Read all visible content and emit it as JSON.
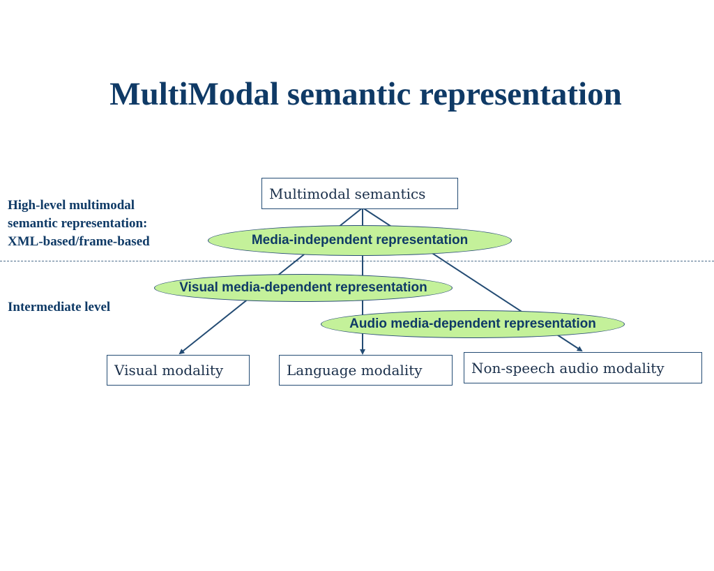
{
  "title": "MultiModal semantic representation",
  "side_labels": {
    "high_level": [
      "High-level multimodal",
      "semantic representation:",
      "XML-based/frame-based"
    ],
    "intermediate": "Intermediate level"
  },
  "nodes": {
    "top": "Multimodal semantics",
    "visual": "Visual modality",
    "language": "Language modality",
    "audio": "Non-speech audio modality"
  },
  "ellipses": {
    "media_independent": "Media-independent representation",
    "visual_dependent": "Visual media-dependent representation",
    "audio_dependent": "Audio media-dependent representation"
  },
  "colors": {
    "title": "#0f3a66",
    "ellipse_fill": "#c4f19a",
    "line": "#234b73"
  }
}
